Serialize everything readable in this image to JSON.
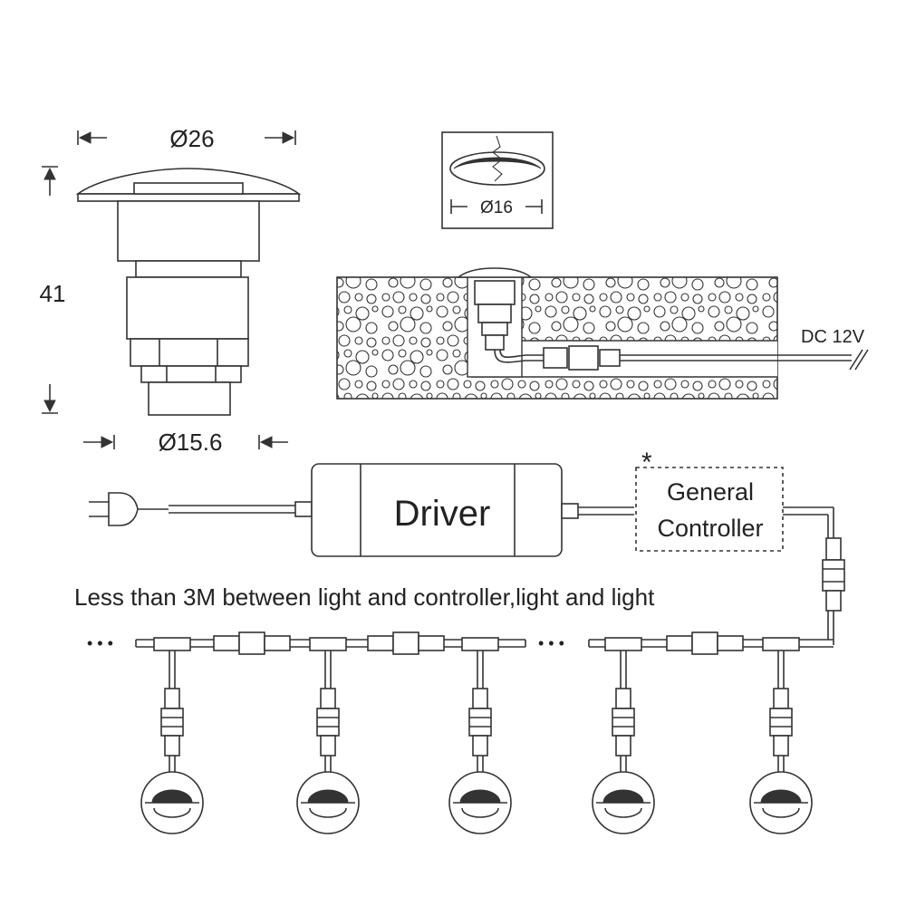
{
  "dimensions": {
    "top_diameter": "Ø26",
    "height": "41",
    "bottom_diameter": "Ø15.6",
    "hole_diameter": "Ø16"
  },
  "install": {
    "power_label": "DC 12V"
  },
  "driver": {
    "label": "Driver"
  },
  "controller": {
    "marker": "*",
    "line1": "General",
    "line2": "Controller"
  },
  "note": "Less than 3M between light and controller,light and light",
  "ellipsis_left": "• • •",
  "ellipsis_mid": "• • •",
  "colors": {
    "line": "#333333",
    "text": "#222222",
    "background": "#ffffff"
  }
}
